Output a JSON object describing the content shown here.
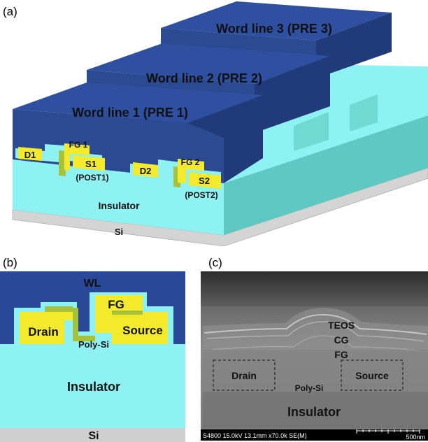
{
  "panels": {
    "a": "(a)",
    "b": "(b)",
    "c": "(c)"
  },
  "panel_a": {
    "word_lines": [
      "Word line 1 (PRE 1)",
      "Word line 2 (PRE 2)",
      "Word line 3 (PRE 3)"
    ],
    "d1": "D1",
    "fg1": "FG 1",
    "s1": "S1",
    "post1": "(POST1)",
    "d2": "D2",
    "fg2": "FG 2",
    "s2": "S2",
    "post2": "(POST2)",
    "insulator": "Insulator",
    "si": "Si"
  },
  "panel_b": {
    "wl": "WL",
    "fg": "FG",
    "drain": "Drain",
    "source": "Source",
    "polysi": "Poly-Si",
    "insulator": "Insulator",
    "si": "Si"
  },
  "panel_c": {
    "teos": "TEOS",
    "cg": "CG",
    "fg": "FG",
    "drain": "Drain",
    "source": "Source",
    "polysi": "Poly-Si",
    "insulator": "Insulator",
    "info": "S4800 15.0kV 13.1mm x70.0k SE(M)",
    "scale": "500nm"
  },
  "colors": {
    "wordline_top": "#2f4f9e",
    "wordline_front": "#2b4a92",
    "wordline_side": "#213c7d",
    "insulator": "#8ef2f2",
    "insulator_side": "#5fcfc8",
    "yellow": "#f2ea2a",
    "poly": "#a6c23a",
    "si": "#cfcfcf"
  }
}
